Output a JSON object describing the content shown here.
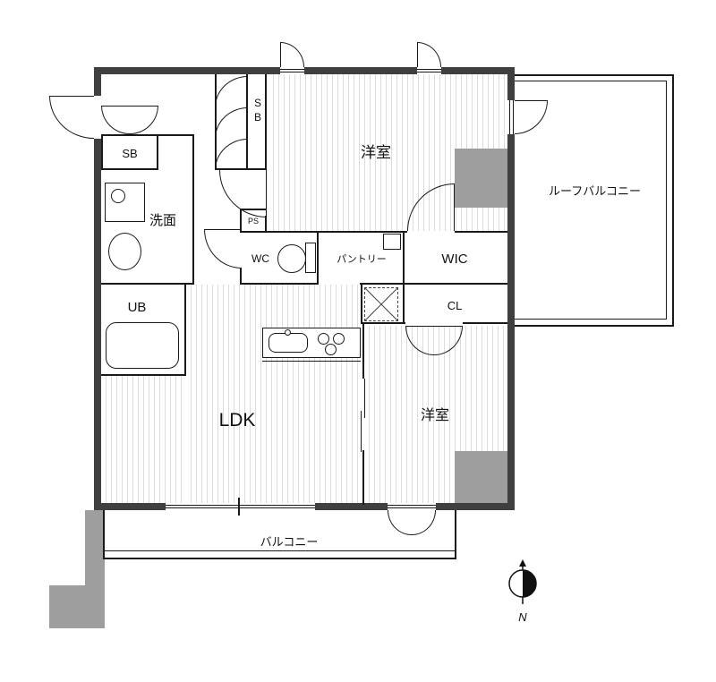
{
  "colors": {
    "outer_wall": "#3f3f3f",
    "inner_wall": "#1a1a1a",
    "structural_block": "#9e9e9e",
    "floor_stripe": "#dcdcdc"
  },
  "labels": {
    "room_top": "洋室",
    "roof_balcony": "ルーフバルコニー",
    "sb_entrance": "SB",
    "sb_hall": "SB",
    "washroom": "洗面",
    "ps": "PS",
    "wc": "WC",
    "pantry": "パントリー",
    "wic": "WIC",
    "cl": "CL",
    "ub": "UB",
    "ldk": "LDK",
    "room_bottom": "洋室",
    "balcony": "バルコニー",
    "compass_north": "N"
  }
}
